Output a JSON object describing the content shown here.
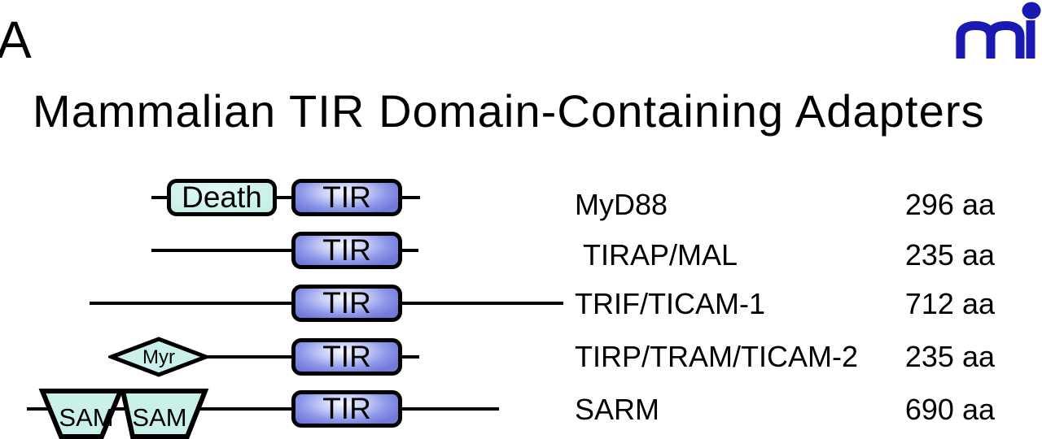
{
  "panel_label": "A",
  "title": "Mammalian TIR Domain-Containing Adapters",
  "logo": {
    "name": "mi-logo",
    "color": "#1a1ab2"
  },
  "adapters": [
    {
      "name": "MyD88",
      "length": "296 aa",
      "domains": [
        "Death",
        "TIR"
      ]
    },
    {
      "name": "TIRAP/MAL",
      "length": "235 aa",
      "domains": [
        "TIR"
      ]
    },
    {
      "name": "TRIF/TICAM-1",
      "length": "712 aa",
      "domains": [
        "TIR"
      ]
    },
    {
      "name": "TIRP/TRAM/TICAM-2",
      "length": "235 aa",
      "domains": [
        "Myr",
        "TIR"
      ]
    },
    {
      "name": "SARM",
      "length": "690 aa",
      "domains": [
        "SAM",
        "SAM",
        "TIR"
      ]
    }
  ],
  "colors": {
    "tir_fill_light": "#f7f9ff",
    "tir_fill_dark": "#7179da",
    "accessory_fill": "#c9f1ea",
    "line": "#000000",
    "logo_blue": "#1a1ab2"
  }
}
